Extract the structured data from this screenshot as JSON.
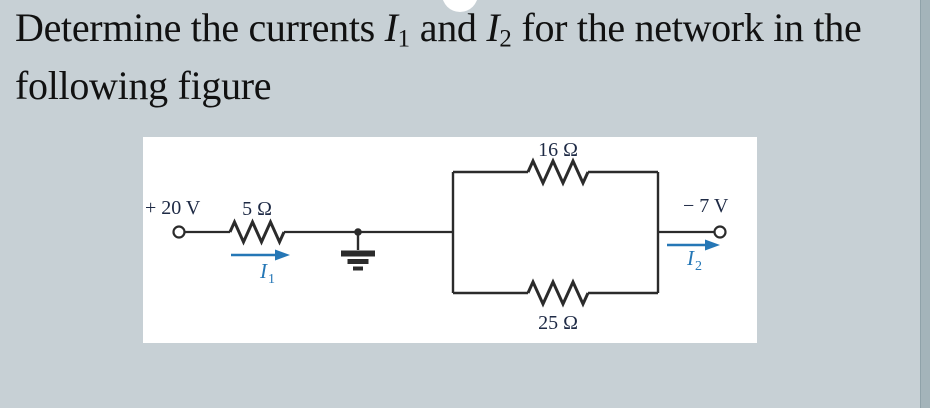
{
  "title": {
    "line1_pre": "Determine the currents ",
    "i1_symbol": "I",
    "i1_subscript": "1",
    "mid": " and ",
    "i2_symbol": "I",
    "i2_subscript": "2",
    "line1_post": " for the network in the",
    "line2": "following figure"
  },
  "circuit": {
    "left_source_label": "+ 20 V",
    "series_resistor_label": "5 Ω",
    "current1_symbol": "I",
    "current1_subscript": "1",
    "top_resistor_label": "16 Ω",
    "bottom_resistor_label": "25 Ω",
    "right_source_label": "− 7 V",
    "current2_symbol": "I",
    "current2_subscript": "2"
  },
  "colors": {
    "background": "#c7d0d5",
    "figure_background": "#ffffff",
    "wire": "#2b2b2b",
    "label_navy": "#1e2a45",
    "current_blue": "#2577b6",
    "title_text": "#111111",
    "right_strip": "#a4b4ba"
  }
}
